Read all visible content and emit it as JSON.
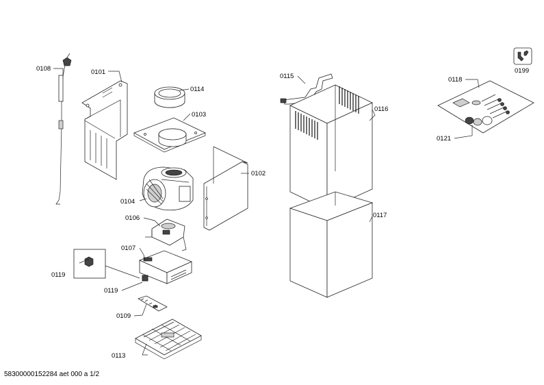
{
  "parts": {
    "p0101": "0101",
    "p0102": "0102",
    "p0103": "0103",
    "p0104": "0104",
    "p0106": "0106",
    "p0107": "0107",
    "p0108": "0108",
    "p0109": "0109",
    "p0113": "0113",
    "p0114": "0114",
    "p0115": "0115",
    "p0116": "0116",
    "p0117": "0117",
    "p0118": "0118",
    "p0119a": "0119",
    "p0119b": "0119",
    "p0121": "0121",
    "p0199": "0199"
  },
  "footer": "58300000152284 aet 000 a 1/2"
}
